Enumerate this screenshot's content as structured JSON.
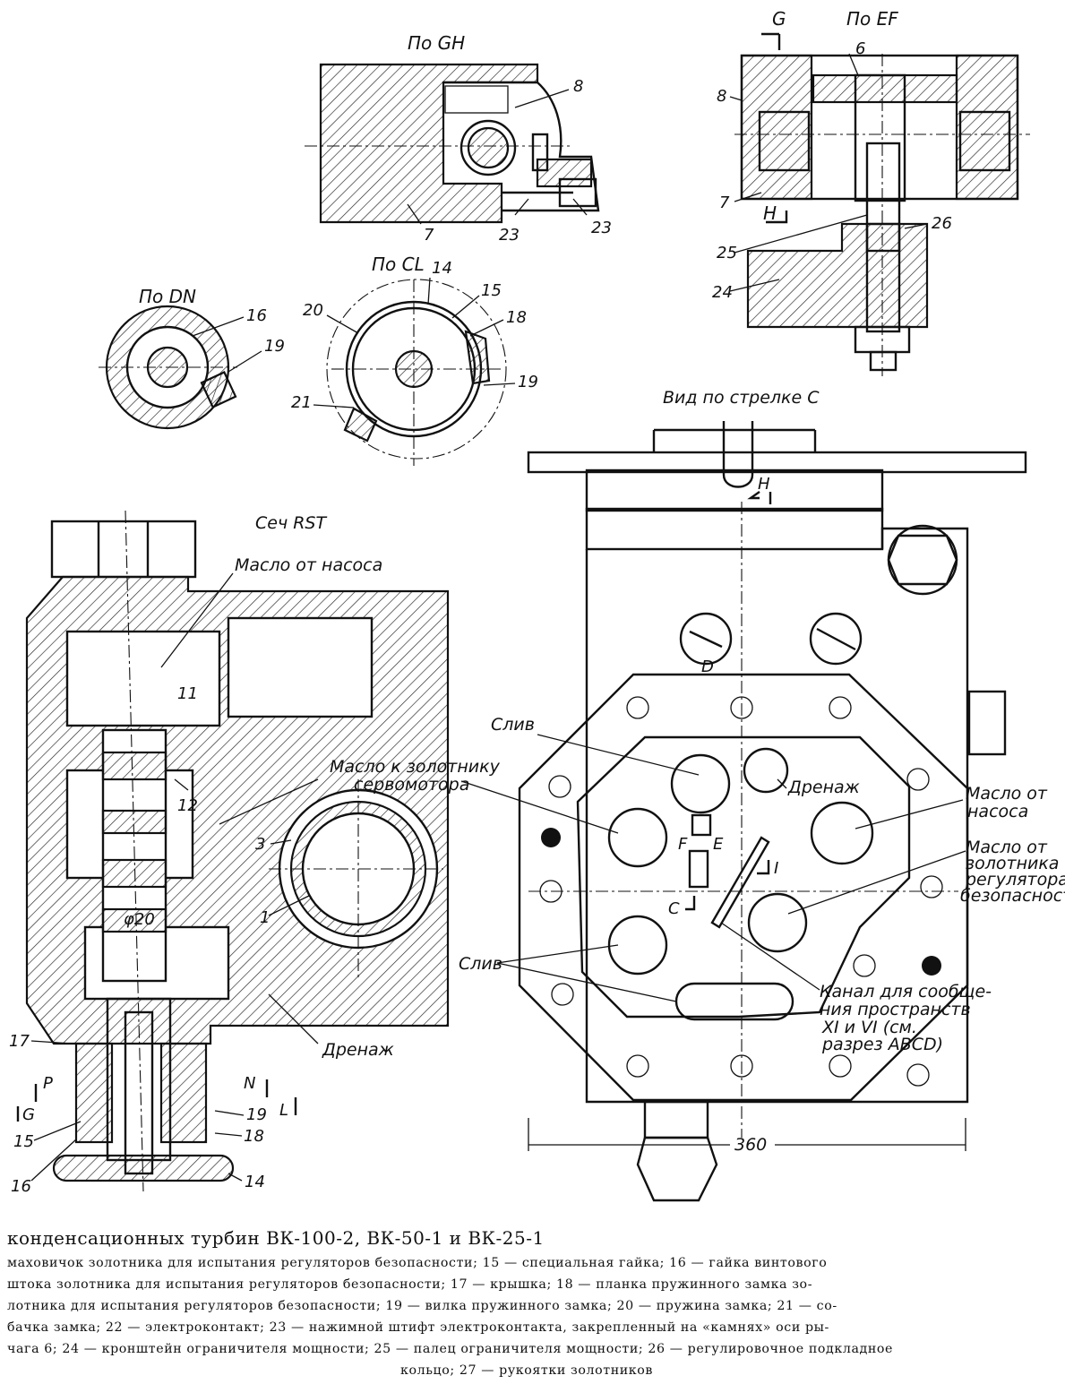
{
  "views": {
    "gh": "По GH",
    "ef": "По EF",
    "dn": "По DN",
    "cl": "По CL",
    "arrow_c": "Вид по стрелке C",
    "rst": "Сеч RST"
  },
  "labels": {
    "oil_from_pump_section": "Масло от насоса",
    "oil_to_spool_l1": "Масло к золотнику",
    "oil_to_spool_l2": "сервомотора",
    "drain_section": "Дренаж",
    "drain_view": "Дренаж",
    "sliv1": "Слив",
    "sliv2": "Слив",
    "oil_from_pump_l1": "Масло от",
    "oil_from_pump_l2": "насоса",
    "oil_from_reg_l1": "Масло от",
    "oil_from_reg_l2": "золотника",
    "oil_from_reg_l3": "регулятора",
    "oil_from_reg_l4": "безопасности",
    "channel_l1": "Канал для сообще-",
    "channel_l2": "ния пространств",
    "channel_l3": "XI и VI (см.",
    "channel_l4": "разрез ABCD)",
    "dim_360": "360",
    "dim_phi20": "φ20"
  },
  "numbers": {
    "n8a": "8",
    "n7a": "7",
    "n23a": "23",
    "n23b": "23",
    "nG": "G",
    "n6": "6",
    "n8b": "8",
    "n7b": "7",
    "nH": "H",
    "n25": "25",
    "n26": "26",
    "n24": "24",
    "n14a": "14",
    "n15a": "15",
    "n18a": "18",
    "n19a": "19",
    "n20": "20",
    "n21": "21",
    "n16a": "16",
    "n19b": "19",
    "n11": "11",
    "n12": "12",
    "n3": "3",
    "n1": "1",
    "n17": "17",
    "nP": "P",
    "nG2": "G",
    "n15b": "15",
    "n16b": "16",
    "nN": "N",
    "nL": "L",
    "n19c": "19",
    "n18b": "18",
    "n14b": "14",
    "nHv": "H",
    "nD": "D",
    "nF": "F",
    "nE": "E",
    "nI": "I",
    "nC": "C"
  },
  "caption": {
    "title": "конденсационных турбин ВК-100-2, ВК-50-1 и ВК-25-1",
    "lines": [
      "маховичок золотника для испытания регуляторов безопасности; 15 — специальная гайка; 16 — гайка винтового",
      "штока золотника для испытания регуляторов безопасности; 17 — крышка; 18 — планка пружинного замка зо-",
      "лотника для испытания регуляторов безопасности; 19 — вилка пружинного замка; 20 — пружина замка; 21 — со-",
      "бачка замка; 22 — электроконтакт; 23 — нажимной штифт электроконтакта, закрепленный на «камнях» оси ры-",
      "чага 6; 24 — кронштейн ограничителя мощности; 25 — палец ограничителя мощности; 26 — регулировочное подкладное"
    ],
    "last": "кольцо; 27 — рукоятки золотников"
  }
}
